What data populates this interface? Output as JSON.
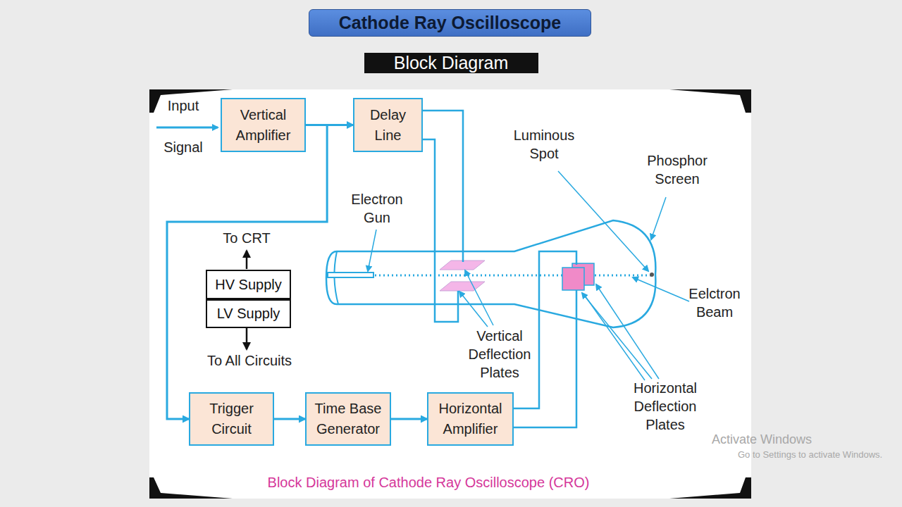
{
  "diagram": {
    "title": "Cathode Ray Oscilloscope",
    "caption": "Block Diagram of Cathode Ray Oscilloscope (CRO)",
    "nodes": [
      {
        "text": [
          "Vertical Amplifier"
        ]
      },
      {
        "text": [
          "Delay Line"
        ]
      },
      {
        "text": [
          "HV Supply"
        ]
      },
      {
        "text": [
          "LV Supply"
        ]
      },
      {
        "text": [
          "Trigger Circuit"
        ]
      },
      {
        "text": [
          "Time Base Generator"
        ]
      },
      {
        "text": [
          "Horizontal Amplifier"
        ]
      }
    ],
    "edges": [
      {
        "from": 0,
        "to": 1,
        "arrow": "to"
      },
      {
        "from": 0,
        "to": 4,
        "arrow": "to"
      },
      {
        "from": 4,
        "to": 5,
        "arrow": "to"
      },
      {
        "from": 5,
        "to": 6,
        "arrow": "to"
      }
    ],
    "labels": [
      "Block Diagram",
      "Input",
      "Signal",
      "Electron Gun",
      "Luminous Spot",
      "Phosphor Screen",
      "To CRT",
      "To All Circuits",
      "Vertical Deflection Plates",
      "Eelctron Beam",
      "Horizontal Deflection Plates",
      "Activate Windows",
      "Go to Settings to activate Windows."
    ]
  }
}
